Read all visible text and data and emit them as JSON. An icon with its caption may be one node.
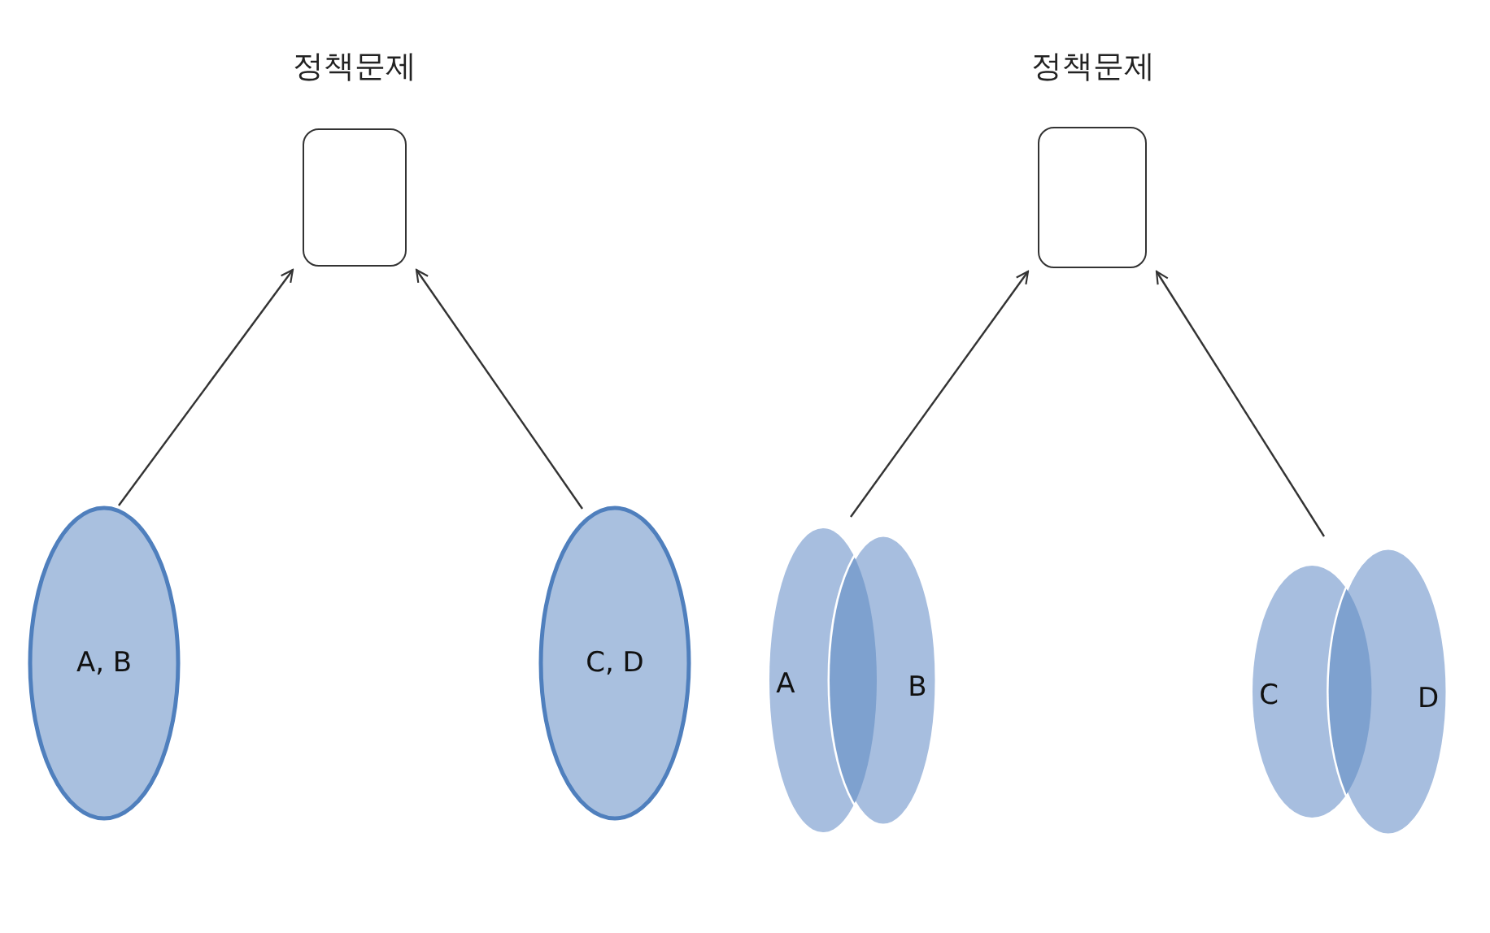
{
  "diagram": {
    "nodes": [
      {
        "text": [
          "정책문제"
        ]
      },
      {
        "text": [
          "A, B"
        ]
      },
      {
        "text": [
          "C, D"
        ]
      },
      {
        "text": [
          "정책문제"
        ]
      },
      {
        "text": [
          "A",
          "B"
        ]
      },
      {
        "text": [
          "C",
          "D"
        ]
      }
    ],
    "edges": [
      {
        "from": 1,
        "to": 0,
        "arrow": "to"
      },
      {
        "from": 2,
        "to": 0,
        "arrow": "to"
      },
      {
        "from": 4,
        "to": 3,
        "arrow": "to"
      },
      {
        "from": 5,
        "to": 3,
        "arrow": "to"
      }
    ]
  }
}
